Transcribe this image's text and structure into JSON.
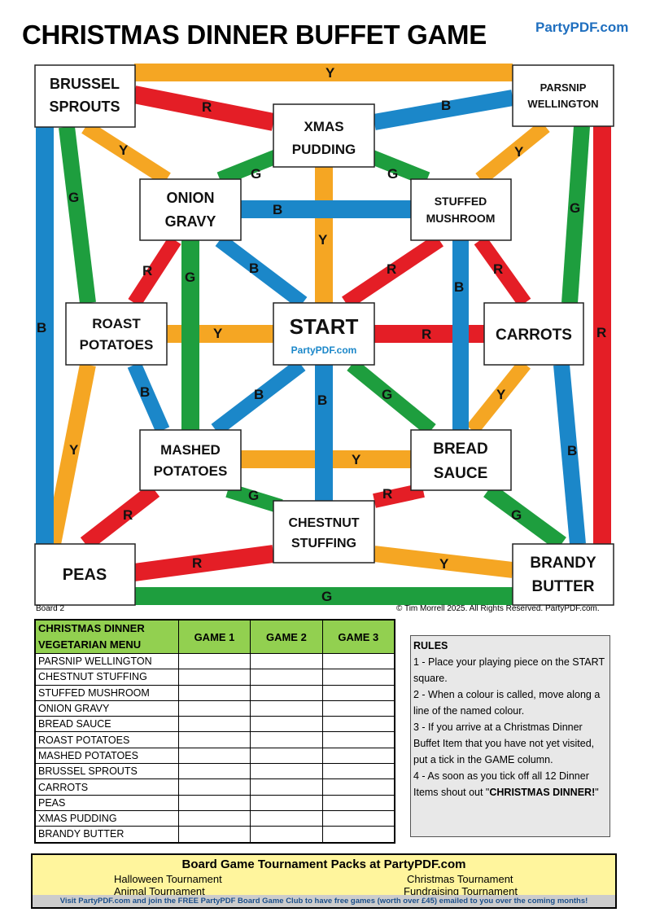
{
  "title": "CHRISTMAS DINNER BUFFET GAME",
  "brand": "PartyPDF.com",
  "colors": {
    "Y": "#f5a623",
    "R": "#e41e26",
    "B": "#1b87c9",
    "G": "#1e9e3e",
    "menu_header": "#92d050",
    "banner": "#fff59d"
  },
  "squares": {
    "brussel": [
      "BRUSSEL",
      "SPROUTS"
    ],
    "parsnip": [
      "PARSNIP",
      "WELLINGTON"
    ],
    "xmas": [
      "XMAS",
      "PUDDING"
    ],
    "onion": [
      "ONION",
      "GRAVY"
    ],
    "stuffed": [
      "STUFFED",
      "MUSHROOM"
    ],
    "roast": [
      "ROAST",
      "POTATOES"
    ],
    "start": [
      "START"
    ],
    "start_brand": "PartyPDF.com",
    "carrots": [
      "CARROTS"
    ],
    "mashed": [
      "MASHED",
      "POTATOES"
    ],
    "bread": [
      "BREAD",
      "SAUCE"
    ],
    "chestnut": [
      "CHESTNUT",
      "STUFFING"
    ],
    "peas": [
      "PEAS"
    ],
    "brandy": [
      "BRANDY",
      "BUTTER"
    ]
  },
  "board_number": "Board 2",
  "copyright": "© Tim Morrell 2025. All Rights Reserved. PartyPDF.com.",
  "menu": {
    "header_line1": "CHRISTMAS DINNER",
    "header_line2": "VEGETARIAN MENU",
    "games": [
      "GAME 1",
      "GAME 2",
      "GAME 3"
    ],
    "items": [
      "PARSNIP WELLINGTON",
      "CHESTNUT STUFFING",
      "STUFFED MUSHROOM",
      "ONION GRAVY",
      "BREAD SAUCE",
      "ROAST POTATOES",
      "MASHED POTATOES",
      "BRUSSEL SPROUTS",
      "CARROTS",
      "PEAS",
      "XMAS PUDDING",
      "BRANDY BUTTER"
    ]
  },
  "rules": {
    "title": "RULES",
    "r1": "1 - Place your playing piece on the START square.",
    "r2": "2 - When a colour is called, move along a line of the named colour.",
    "r3": "3 - If you arrive at a Christmas Dinner Buffet Item that you have not yet visited, put a tick in the GAME column.",
    "r4_pre": "4 - As soon as you tick off all 12 Dinner Items shout out \"",
    "r4_bold": "CHRISTMAS DINNER!",
    "r4_post": "\""
  },
  "banner": {
    "title": "Board Game Tournament Packs at PartyPDF.com",
    "t1": "Halloween Tournament",
    "t2": "Christmas Tournament",
    "t3": "Animal Tournament",
    "t4": "Fundraising Tournament",
    "footer": "Visit PartyPDF.com and join the FREE PartyPDF Board Game Club to have free games (worth over £45) emailed to you over the coming months!"
  }
}
